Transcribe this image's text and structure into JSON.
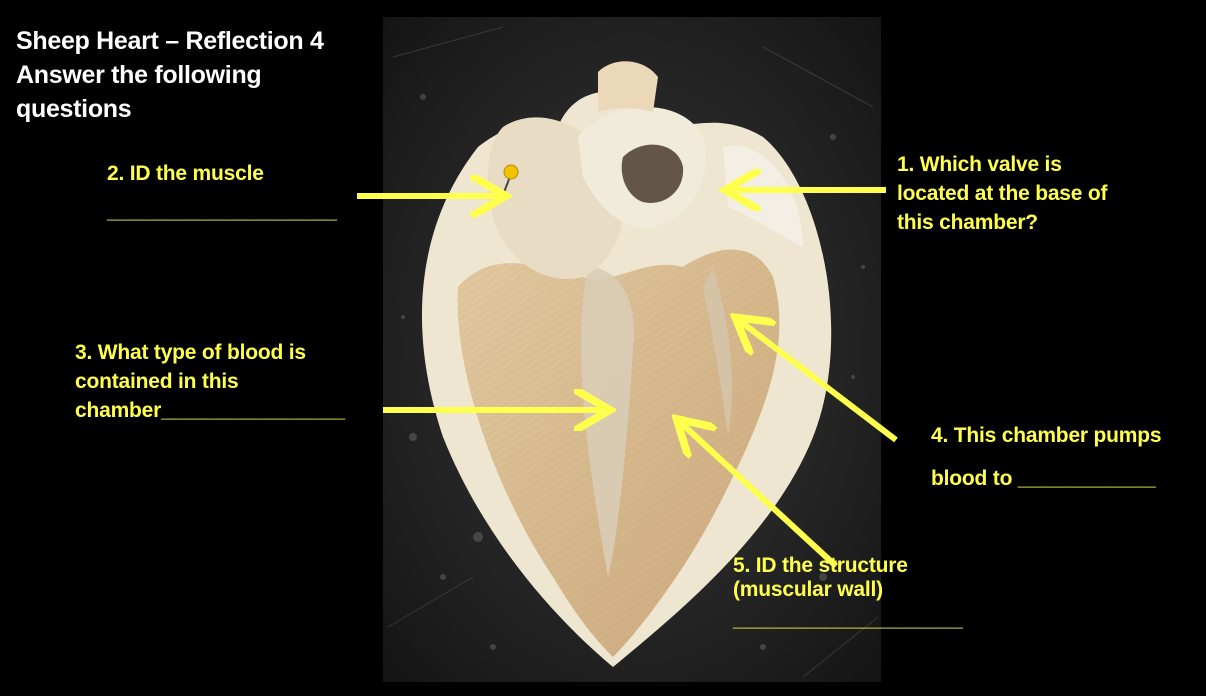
{
  "title": {
    "line1": "Sheep Heart – Reflection 4",
    "line2": "Answer the following",
    "line3": "questions"
  },
  "questions": {
    "q1": {
      "line1": "1. Which valve is",
      "line2": "located at the base of",
      "line3": "this chamber?"
    },
    "q2": {
      "line1": "2. ID the muscle",
      "line2": "____________________"
    },
    "q3": {
      "line1": "3. What type of blood is",
      "line2": "contained in this",
      "line3": "chamber________________"
    },
    "q4": {
      "line1": "4. This chamber pumps",
      "line2": "blood to ____________"
    },
    "q5": {
      "line1": "5. ID the structure",
      "line2": "(muscular wall)",
      "line3": "____________________"
    }
  },
  "colors": {
    "background": "#000000",
    "title_text": "#ffffff",
    "question_text": "#ffff4d",
    "arrow": "#ffff4d",
    "pin": "#f2c200"
  }
}
